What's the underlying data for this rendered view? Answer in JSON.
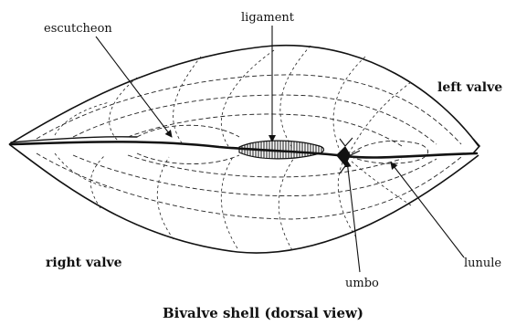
{
  "labels": {
    "escutcheon": "escutcheon",
    "ligament": "ligament",
    "left_valve": "left valve",
    "right_valve": "right valve",
    "umbo": "umbo",
    "lunule": "lunule"
  },
  "caption": "Bivalve shell (dorsal view)"
}
